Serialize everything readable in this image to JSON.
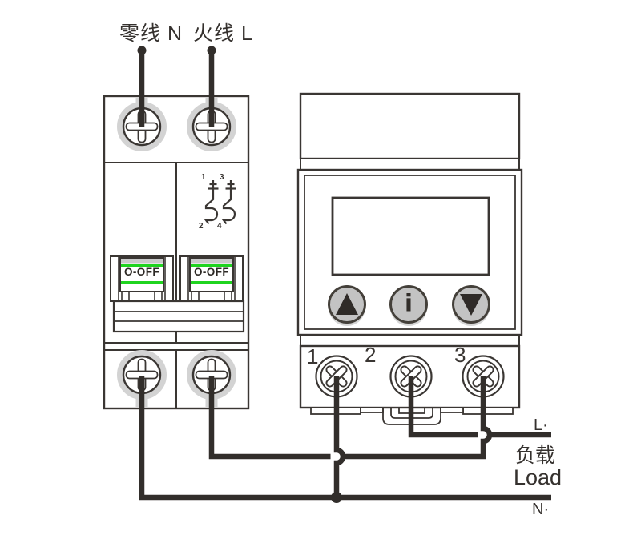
{
  "top_labels": {
    "neutral": "零线 N",
    "live": "火线 L"
  },
  "breaker": {
    "switch_label": "O-OFF",
    "symbol_numbers": {
      "n1": "1",
      "n3": "3",
      "n2": "2",
      "n4": "4"
    }
  },
  "timer": {
    "terminal_numbers": [
      "1",
      "2",
      "3"
    ],
    "buttons": {
      "up": "up-arrow",
      "info": "i",
      "down": "down-arrow"
    }
  },
  "output_labels": {
    "live": "L·",
    "load_cn": "负载",
    "load_en": "Load",
    "neutral": "N·"
  },
  "colors": {
    "line": "#3a3633",
    "wire": "#322e2b",
    "green": "#1fd41f",
    "button_fill": "#c3c3c3",
    "halo": "#d3d3d3"
  }
}
